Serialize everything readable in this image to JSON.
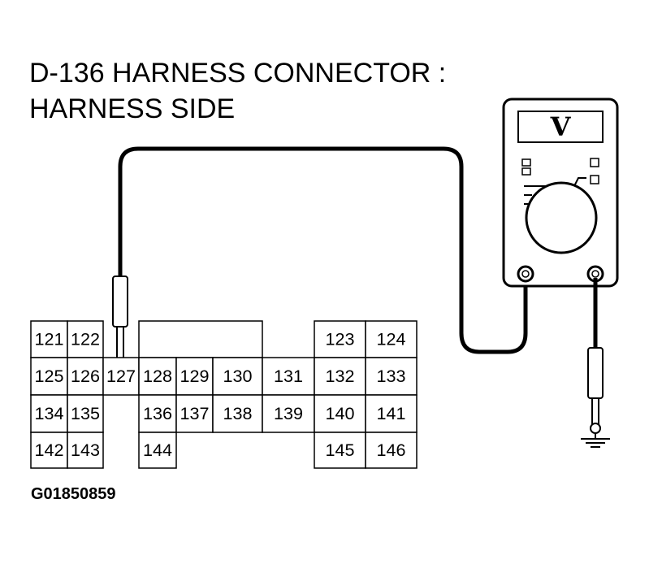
{
  "title": {
    "line1": "D-136 HARNESS CONNECTOR :",
    "line2": "HARNESS SIDE"
  },
  "figure_id": "G01850859",
  "meter": {
    "display": "V"
  },
  "connector": {
    "pins": [
      "121",
      "122",
      "123",
      "124",
      "125",
      "126",
      "127",
      "128",
      "129",
      "130",
      "131",
      "132",
      "133",
      "134",
      "135",
      "136",
      "137",
      "138",
      "139",
      "140",
      "141",
      "142",
      "143",
      "144",
      "145",
      "146"
    ]
  },
  "colors": {
    "line": "#000000",
    "background": "#ffffff"
  }
}
